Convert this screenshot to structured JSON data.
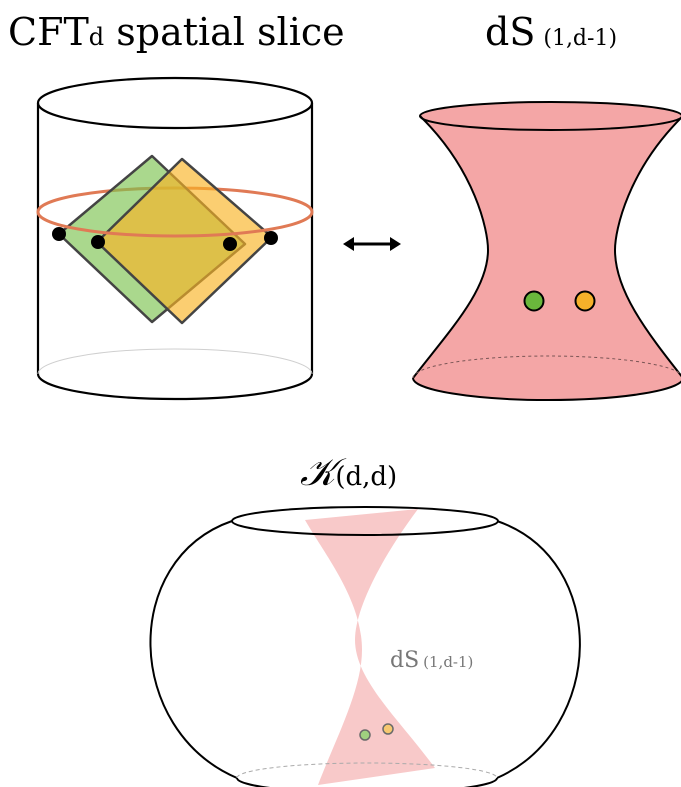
{
  "top_left": {
    "title_main": "CFT",
    "title_sub": "d",
    "title_rest": " spatial slice"
  },
  "top_right": {
    "title_main": "dS",
    "title_sub": "(1,d-1)"
  },
  "arrow": {
    "symbol": "↔"
  },
  "bottom": {
    "title_main": "𝒦",
    "title_sub": "(d,d)",
    "inner_main": "dS",
    "inner_sub": "(1,d-1)"
  },
  "colors": {
    "green_wedge": "#7cc350",
    "orange_wedge": "#f9b325",
    "ring": "#e07a55",
    "ds_fill": "#f4a6a6",
    "ds_fill_light": "#f8c9c9",
    "green_point": "#6ab73c",
    "orange_point": "#f5b02a"
  }
}
